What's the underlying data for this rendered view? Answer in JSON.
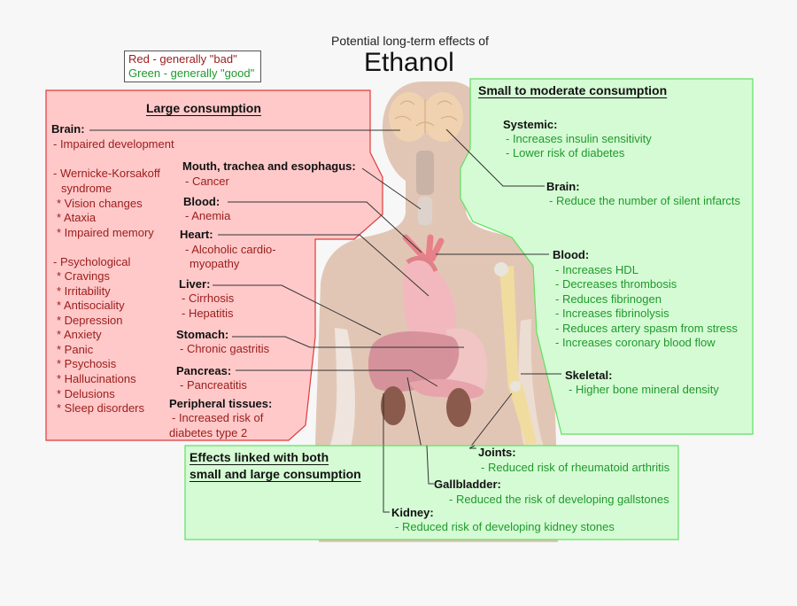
{
  "title": {
    "subtitle": "Potential long-term effects of",
    "main": "Ethanol"
  },
  "legend": {
    "red": "Red - generally \"bad\"",
    "green": "Green - generally \"good\""
  },
  "colors": {
    "bad_text": "#9b1c1c",
    "good_text": "#1f9a2a",
    "bad_box_fill": "#ffc9c9",
    "bad_box_stroke": "#e03a3a",
    "good_box_fill": "#d5fbd5",
    "good_box_stroke": "#5fe05f",
    "skin": "#e2c6b5",
    "background": "#f7f7f7"
  },
  "large_consumption": {
    "title": "Large consumption",
    "brain": {
      "heading": "Brain:",
      "items": [
        "- Impaired development",
        "- Wernicke-Korsakoff",
        "  syndrome",
        " * Vision changes",
        " * Ataxia",
        " * Impaired memory",
        "- Psychological",
        " * Cravings",
        " * Irritability",
        " * Antisociality",
        " * Depression",
        " * Anxiety",
        " * Panic",
        " * Psychosis",
        " * Hallucinations",
        " * Delusions",
        " * Sleep disorders"
      ]
    },
    "mouth": {
      "heading": "Mouth, trachea and esophagus:",
      "items": [
        "- Cancer"
      ]
    },
    "blood": {
      "heading": "Blood:",
      "items": [
        "- Anemia"
      ]
    },
    "heart": {
      "heading": "Heart:",
      "items": [
        "- Alcoholic cardio-",
        "  myopathy"
      ]
    },
    "liver": {
      "heading": "Liver:",
      "items": [
        "- Cirrhosis",
        "- Hepatitis"
      ]
    },
    "stomach": {
      "heading": "Stomach:",
      "items": [
        "- Chronic gastritis"
      ]
    },
    "pancreas": {
      "heading": "Pancreas:",
      "items": [
        "- Pancreatitis"
      ]
    },
    "peripheral": {
      "heading": "Peripheral tissues:",
      "items": [
        "- Increased risk of",
        "diabetes type 2"
      ]
    }
  },
  "small_consumption": {
    "title": "Small to moderate consumption",
    "systemic": {
      "heading": "Systemic:",
      "items": [
        "- Increases insulin sensitivity",
        "- Lower risk of diabetes"
      ]
    },
    "brain": {
      "heading": "Brain:",
      "items": [
        "- Reduce the number of silent infarcts"
      ]
    },
    "blood": {
      "heading": "Blood:",
      "items": [
        "- Increases HDL",
        "- Decreases thrombosis",
        "- Reduces fibrinogen",
        "- Increases fibrinolysis",
        "- Reduces artery spasm from stress",
        "- Increases coronary blood flow"
      ]
    },
    "skeletal": {
      "heading": "Skeletal:",
      "items": [
        "- Higher bone mineral density"
      ]
    }
  },
  "both_consumption": {
    "title_line1": "Effects linked with both",
    "title_line2": "small and large consumption",
    "joints": {
      "heading": "Joints:",
      "items": [
        "- Reduced risk of rheumatoid arthritis"
      ]
    },
    "gallbladder": {
      "heading": "Gallbladder:",
      "items": [
        "- Reduced the risk of developing gallstones"
      ]
    },
    "kidney": {
      "heading": "Kidney:",
      "items": [
        "- Reduced risk of developing kidney stones"
      ]
    }
  }
}
